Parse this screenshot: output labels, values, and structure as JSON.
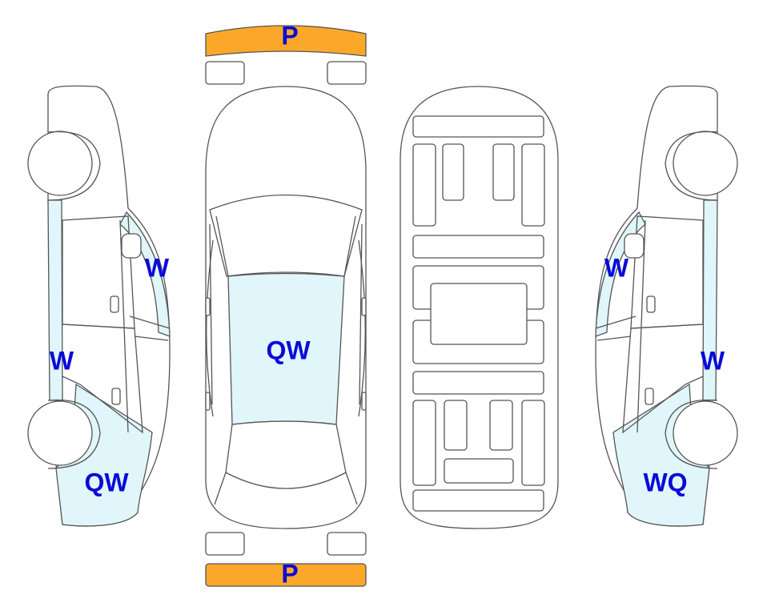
{
  "colors": {
    "damage_fill": "#e0f6fa",
    "bumper_fill": "#fba82a",
    "label": "#0a0ad8",
    "outline": "#555555"
  },
  "labels": {
    "front_bumper": "P",
    "rear_bumper": "P",
    "left_upper": "W",
    "left_middle": "W",
    "left_lower": "QW",
    "roof": "QW",
    "right_upper": "W",
    "right_middle": "W",
    "right_lower": "WQ"
  }
}
